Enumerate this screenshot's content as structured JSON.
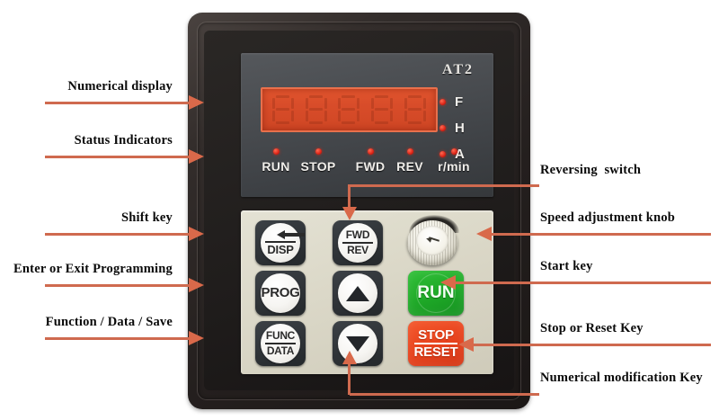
{
  "device": {
    "brand": "AT2",
    "display": {
      "digit_count": 5,
      "unit_indicators": [
        {
          "label": "F",
          "led": "red"
        },
        {
          "label": "H",
          "led": "red"
        },
        {
          "label": "A",
          "led": "red"
        }
      ],
      "status_indicators": [
        {
          "label": "RUN",
          "led": "red"
        },
        {
          "label": "STOP",
          "led": "red"
        },
        {
          "label": "FWD",
          "led": "red"
        },
        {
          "label": "REV",
          "led": "red"
        },
        {
          "label": "r/min",
          "led": "red"
        }
      ]
    },
    "keys": {
      "disp": {
        "line1": "DISP",
        "icon": "left-arrow-icon"
      },
      "prog": {
        "line1": "PROG"
      },
      "func": {
        "line1": "FUNC",
        "line2": "DATA"
      },
      "fwdrev": {
        "line1": "FWD",
        "line2": "REV"
      },
      "up": {
        "icon": "triangle-up-icon"
      },
      "down": {
        "icon": "triangle-down-icon"
      },
      "run": {
        "label": "RUN"
      },
      "stop": {
        "line1": "STOP",
        "line2": "RESET"
      }
    },
    "knob": {
      "name": "speed-adjustment-knob"
    }
  },
  "callouts": {
    "left": [
      {
        "text": "Numerical display",
        "key": "numerical-display"
      },
      {
        "text": "Status Indicators",
        "key": "status-indicators"
      },
      {
        "text": "Shift key",
        "key": "shift-key"
      },
      {
        "text": "Enter or Exit Programming",
        "key": "enter-exit-programming"
      },
      {
        "text": "Function / Data / Save",
        "key": "function-data-save"
      }
    ],
    "right": [
      {
        "text": "Reversing  switch",
        "key": "reversing-switch"
      },
      {
        "text": "Speed adjustment knob",
        "key": "speed-adjustment-knob"
      },
      {
        "text": "Start key",
        "key": "start-key"
      },
      {
        "text": "Stop or Reset Key",
        "key": "stop-reset-key"
      },
      {
        "text": "Numerical modification Key",
        "key": "numerical-modification-key"
      }
    ]
  },
  "colors": {
    "callout_line": "#cf6a4f",
    "callout_head": "#d9694a",
    "led_red": "#d81f12",
    "display_orange": "#d94d2a",
    "run_green": "#1faa28",
    "stop_red": "#e8431d",
    "bezel": "#2a2422",
    "keypad_beige": "#dcd9c9"
  }
}
